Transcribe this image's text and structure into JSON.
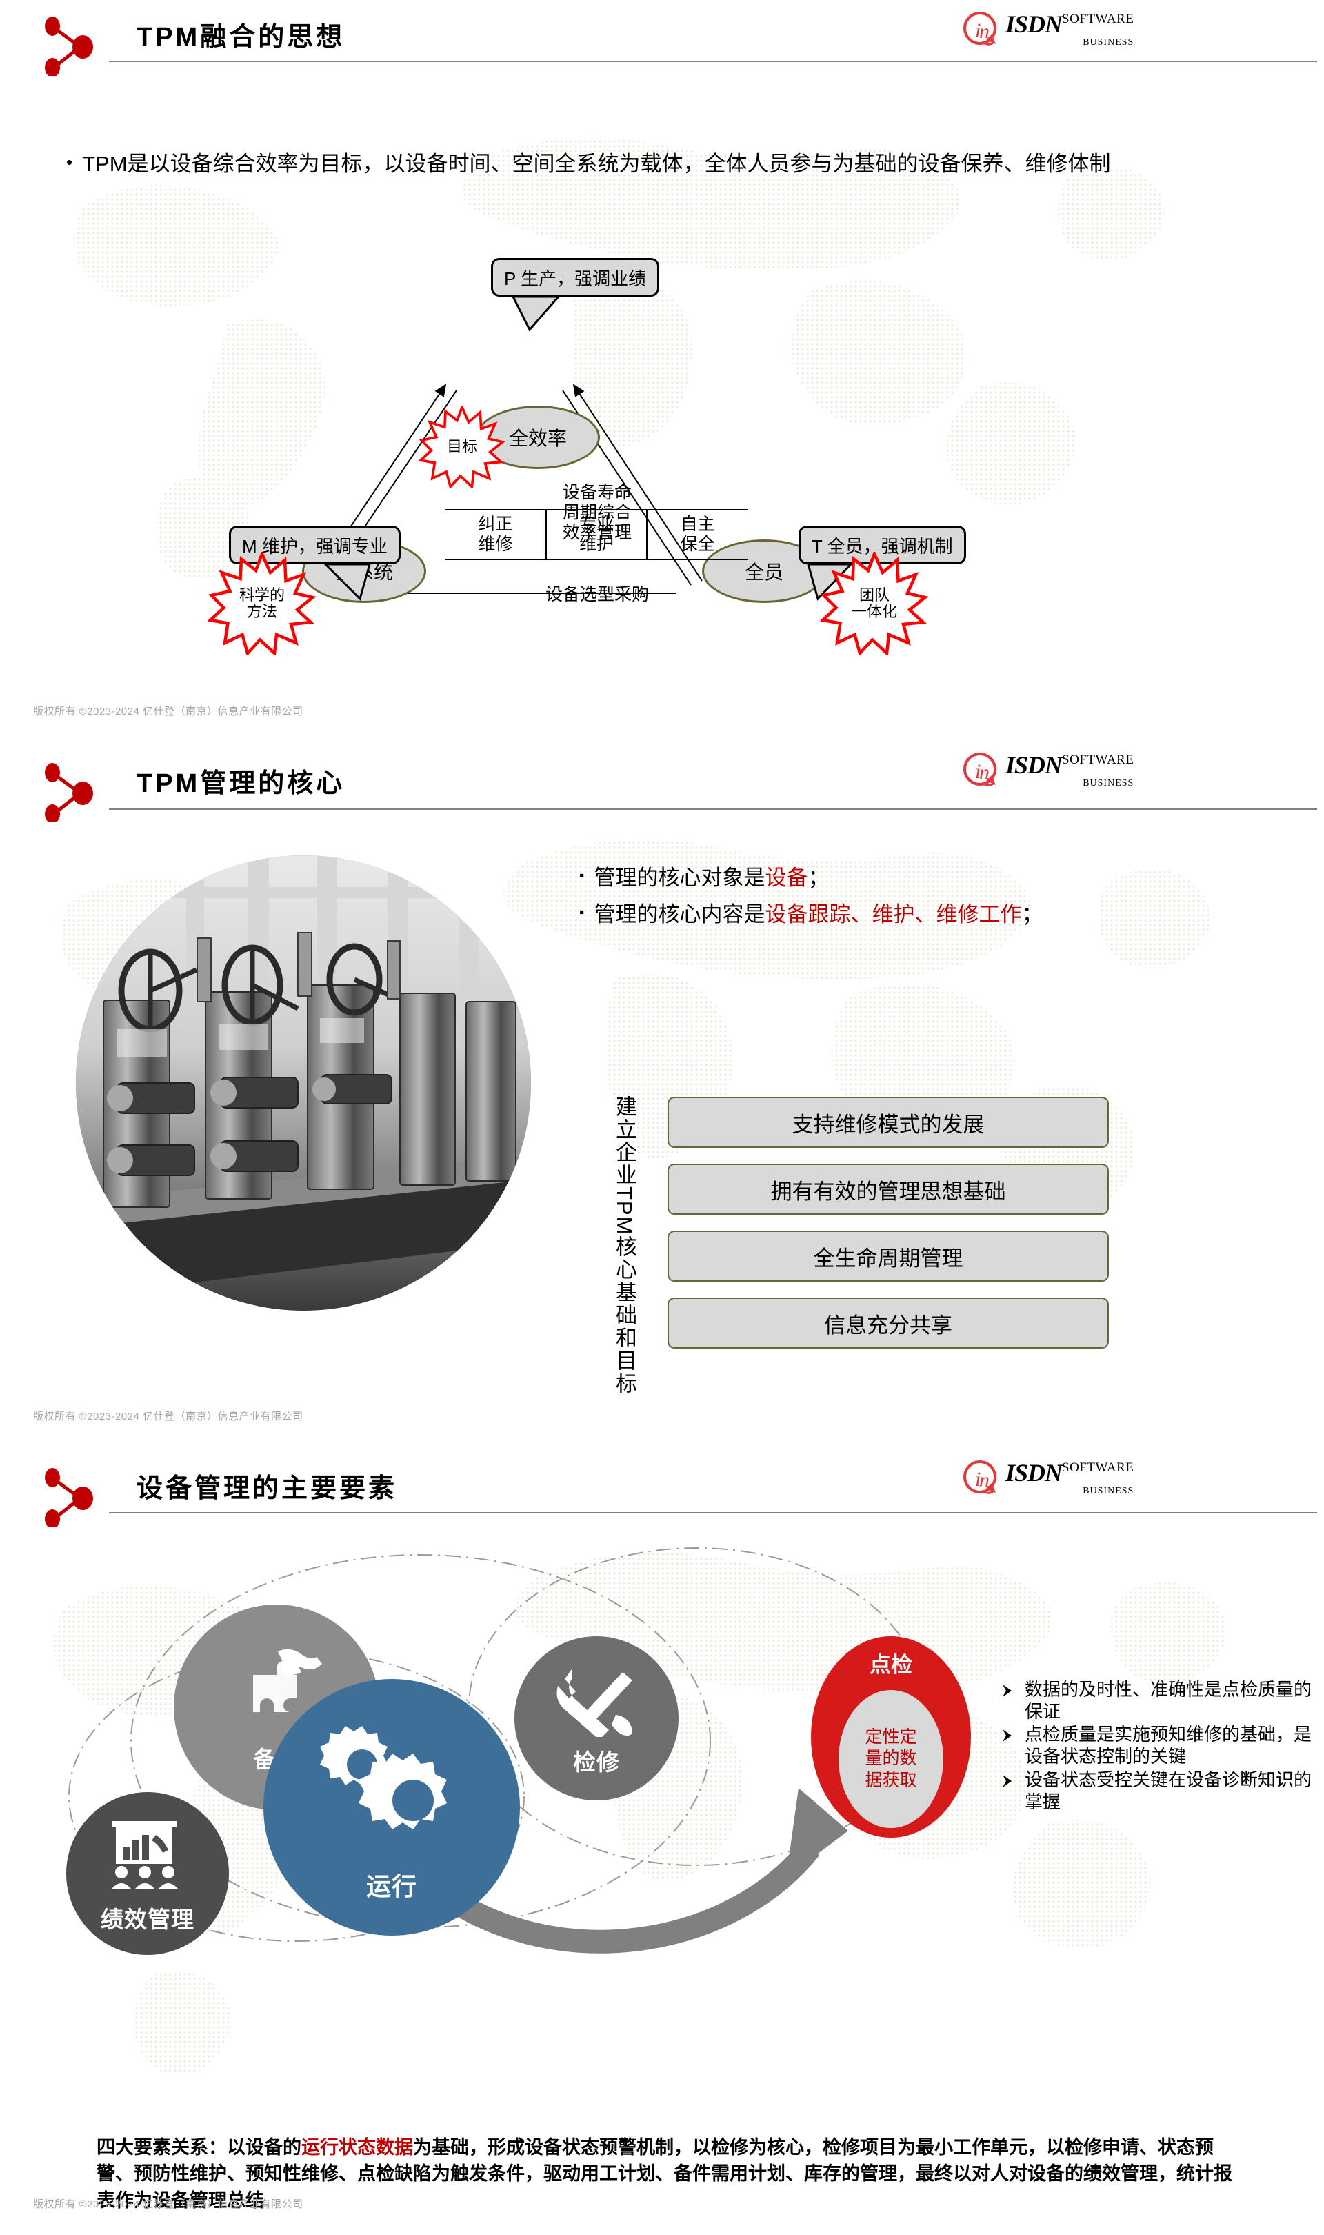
{
  "brand": {
    "logo_isdn": "ISDN",
    "logo_software": "SOFTWARE",
    "logo_business": "BUSINESS",
    "accent_red": "#c00000",
    "logo_red": "#e03a3e",
    "olive": "#6b6434",
    "blue": "#3d6f99"
  },
  "footer": {
    "copyright": "版权所有 ©2023-2024  亿仕登（南京）信息产业有限公司"
  },
  "slide1": {
    "title": "TPM融合的思想",
    "bullet_marker": "•",
    "bullet": "TPM是以设备综合效率为目标，以设备时间、空间全系统为载体，全体人员参与为基础的设备保养、维修体制",
    "diagram": {
      "node_top": "全效率",
      "node_left": "全系统",
      "node_right": "全员",
      "callout_top": "P 生产，强调业绩",
      "callout_left": "M 维护，强调专业",
      "callout_right": "T 全员，强调机制",
      "burst_top": "目标",
      "burst_left_line1": "科学的",
      "burst_left_line2": "方法",
      "burst_right_line1": "团队",
      "burst_right_line2": "一体化",
      "center_label_line1": "设备寿命",
      "center_label_line2": "周期综合",
      "center_label_line3": "效率管理",
      "cells": [
        {
          "line1": "纠正",
          "line2": "维修"
        },
        {
          "line1": "专业",
          "line2": "维护"
        },
        {
          "line1": "自主",
          "line2": "保全"
        }
      ],
      "base_label": "设备选型采购"
    }
  },
  "slide2": {
    "title": "TPM管理的核心",
    "photo_alt": "工厂设备生产线黑白照片",
    "bullets": [
      {
        "marker": "▪",
        "pre": "管理的核心对象是",
        "highlight": "设备",
        "post": "；"
      },
      {
        "marker": "▪",
        "pre": "管理的核心内容是",
        "highlight": "设备跟踪、维护、维修工作",
        "post": "；"
      }
    ],
    "vertical_label": "建立企业TPM核心基础和目标",
    "boxes": [
      "支持维修模式的发展",
      "拥有有效的管理思想基础",
      "全生命周期管理",
      "信息充分共享"
    ]
  },
  "slide3": {
    "title": "设备管理的主要要素",
    "circles": [
      {
        "name": "备件",
        "icon": "puzzle-hand-icon",
        "color": "#8c8c8c"
      },
      {
        "name": "检修",
        "icon": "wrench-screwdriver-icon",
        "color": "#6e6e6e"
      },
      {
        "name": "绩效管理",
        "icon": "presentation-team-icon",
        "color": "#4d4d4d"
      },
      {
        "name": "运行",
        "icon": "gears-icon",
        "color": "#3d6f99"
      }
    ],
    "red_circle": {
      "title": "点检",
      "inner_line1": "定性定",
      "inner_line2": "量的数",
      "inner_line3": "据获取"
    },
    "list": [
      "数据的及时性、准确性是点检质量的保证",
      "点检质量是实施预知维修的基础，是设备状态控制的关键",
      "设备状态受控关键在设备诊断知识的掌握"
    ],
    "summary": {
      "seg1": "四大要素关系：以设备的",
      "seg_red": "运行状态数据",
      "seg2": "为基础，形成设备状态预警机制，以检修为核心，检修项目为最小工作单元，以检修申请、状态预警、预防性维护、预知性维修、点检缺陷为触发条件，驱动用工计划、备件需用计划、库存的管理，最终以对人对设备的绩效管理，统计报表作为设备管理总结"
    }
  }
}
